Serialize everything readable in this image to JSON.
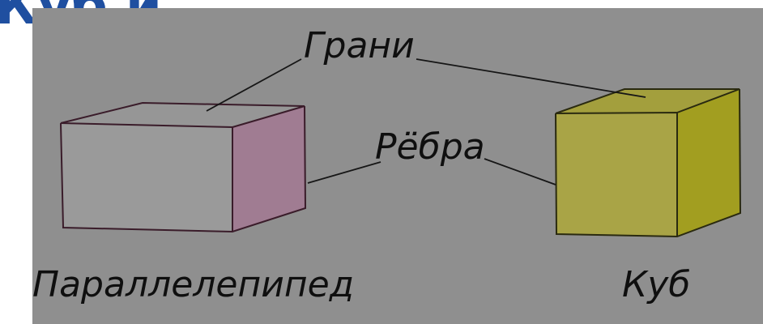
{
  "slide": {
    "title": "Куб и",
    "background": "#8f8f8f",
    "title_color": "#1f4fa0"
  },
  "labels": {
    "faces": "Грани",
    "edges": "Рёбра",
    "parallelepiped": "Параллелепипед",
    "cube": "Куб"
  },
  "figures": {
    "parallelepiped": {
      "front_color": "#9a9a9a",
      "top_color": "#969696",
      "side_color": "#a07c92",
      "edge_color": "#3a1c2a"
    },
    "cube": {
      "front_color": "#a9a446",
      "top_color": "#a39f3d",
      "side_color": "#a29e20",
      "edge_color": "#2a2a10"
    }
  }
}
